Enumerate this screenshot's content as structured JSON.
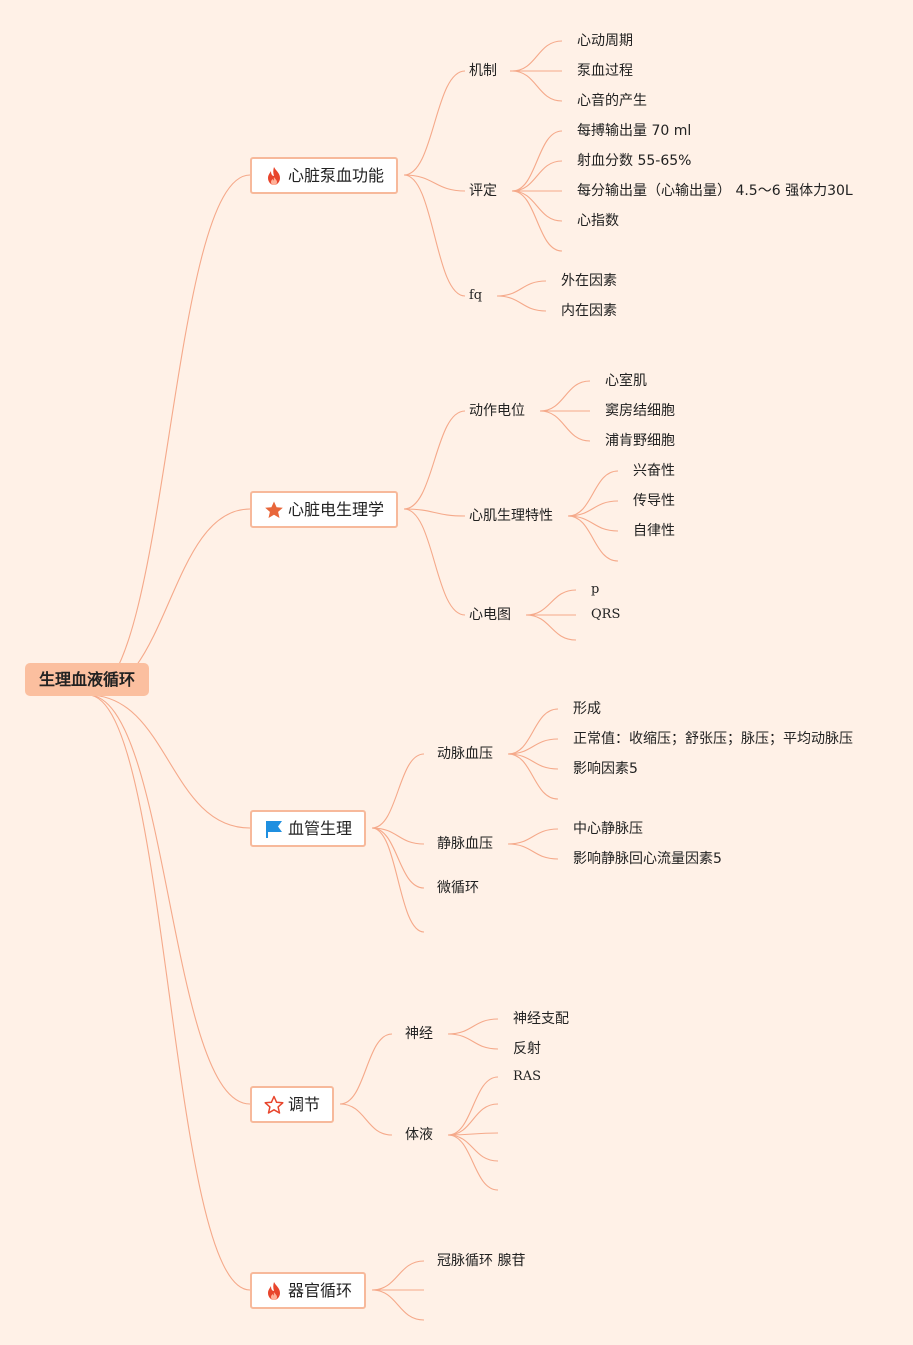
{
  "root": {
    "label": "生理血液循环"
  },
  "branches": [
    {
      "id": "b1",
      "icon": "fire-icon",
      "label": "心脏泵血功能",
      "children": [
        {
          "label": "机制",
          "leaves": [
            "心动周期",
            "泵血过程",
            "心音的产生"
          ]
        },
        {
          "label": "评定",
          "leaves": [
            "每搏输出量 70 ml",
            "射血分数 55-65%",
            "每分输出量（心输出量） 4.5～6 强体力30L",
            "心指数",
            ""
          ]
        },
        {
          "label": "fq",
          "leaves": [
            "外在因素",
            "内在因素"
          ]
        }
      ]
    },
    {
      "id": "b2",
      "icon": "star-filled-icon",
      "label": "心脏电生理学",
      "children": [
        {
          "label": "动作电位",
          "leaves": [
            "心室肌",
            "窦房结细胞",
            "浦肯野细胞"
          ]
        },
        {
          "label": "心肌生理特性",
          "leaves": [
            "兴奋性",
            "传导性",
            "自律性",
            ""
          ]
        },
        {
          "label": "心电图",
          "leaves": [
            "p",
            "QRS",
            ""
          ]
        }
      ]
    },
    {
      "id": "b3",
      "icon": "flag-icon",
      "label": "血管生理",
      "children": [
        {
          "label": "动脉血压",
          "leaves": [
            "形成",
            "正常值：收缩压；舒张压；脉压；平均动脉压",
            "影响因素5",
            ""
          ]
        },
        {
          "label": "静脉血压",
          "leaves": [
            "中心静脉压",
            "影响静脉回心流量因素5"
          ]
        },
        {
          "label": "微循环",
          "leaves": []
        },
        {
          "label": "",
          "leaves": []
        }
      ]
    },
    {
      "id": "b4",
      "icon": "star-outline-icon",
      "label": "调节",
      "children": [
        {
          "label": "神经",
          "leaves": [
            "神经支配",
            "反射"
          ]
        },
        {
          "label": "体液",
          "leaves": [
            "RAS",
            "",
            "",
            "",
            ""
          ]
        }
      ]
    },
    {
      "id": "b5",
      "icon": "fire-icon",
      "label": "器官循环",
      "children": [
        {
          "label": "冠脉循环 腺苷",
          "leaves": []
        },
        {
          "label": "",
          "leaves": []
        },
        {
          "label": "",
          "leaves": []
        }
      ]
    }
  ],
  "colors": {
    "background": "#fff1e7",
    "connector": "#f5a98a",
    "root_fill": "#fbbf9f",
    "branch_border": "#f7b99b",
    "fire": "#e8452c",
    "star": "#e8663a",
    "flag": "#1f8fe0"
  }
}
